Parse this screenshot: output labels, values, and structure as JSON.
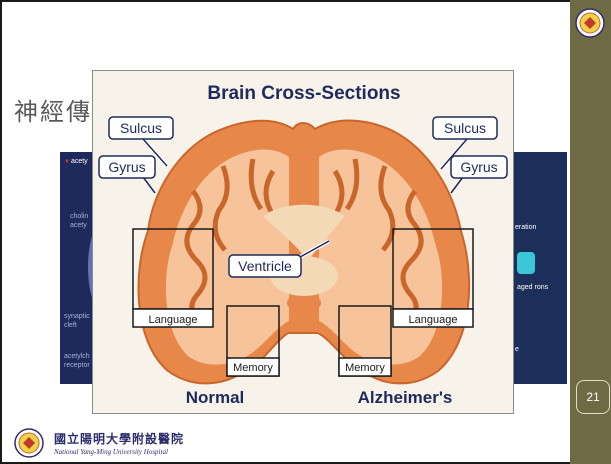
{
  "slide": {
    "title": "神經傳",
    "page_number": "21",
    "footer": {
      "name_zh": "國立陽明大學附設醫院",
      "name_en": "National Yang-Ming University Hospital"
    }
  },
  "background_left": {
    "tag": "acety",
    "text1": "cholin acety",
    "text2": "synaptic cleft",
    "text3": "acetylch receptor"
  },
  "background_right": {
    "text1": "eration",
    "text2": "aged rons",
    "text3": "e"
  },
  "figure": {
    "title": "Brain Cross-Sections",
    "labels": {
      "sulcus_left": "Sulcus",
      "sulcus_right": "Sulcus",
      "gyrus_left": "Gyrus",
      "gyrus_right": "Gyrus",
      "ventricle": "Ventricle",
      "language_left": "Language",
      "language_right": "Language",
      "memory_left": "Memory",
      "memory_right": "Memory",
      "normal": "Normal",
      "alzheimers": "Alzheimer's"
    }
  },
  "colors": {
    "sidebar": "#6e6a44",
    "brain_outer": "#e8874a",
    "brain_inner": "#f6c39a",
    "title_text": "#1f2a5c"
  }
}
